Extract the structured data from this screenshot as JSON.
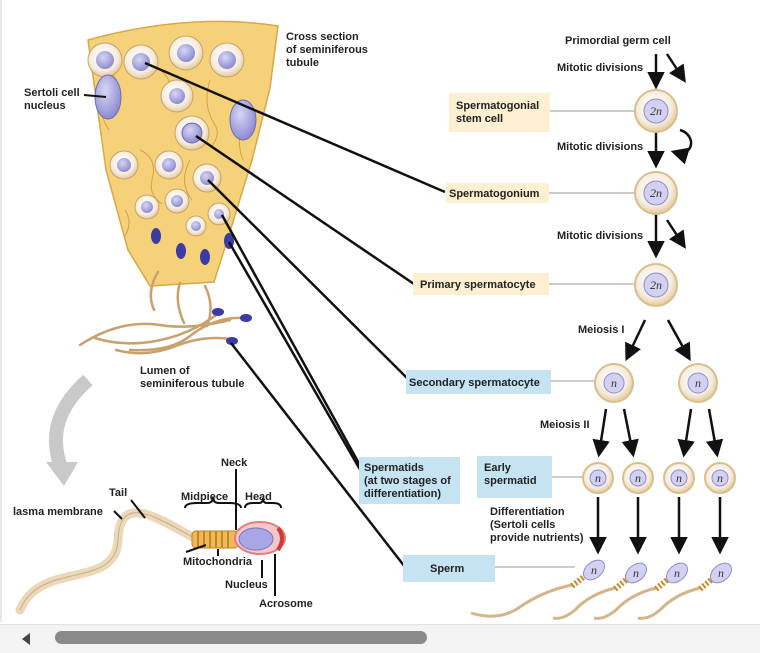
{
  "labels": {
    "cross_section": [
      "Cross section",
      "of seminiferous",
      "tubule"
    ],
    "sertoli": [
      "Sertoli cell",
      "nucleus"
    ],
    "lumen": [
      "Lumen of",
      "seminiferous tubule"
    ],
    "primordial": "Primordial germ cell",
    "mitotic_1": "Mitotic divisions",
    "mitotic_2": "Mitotic divisions",
    "mitotic_3": "Mitotic divisions",
    "meiosis_1": "Meiosis I",
    "meiosis_2": "Meiosis II",
    "differentiation": [
      "Differentiation",
      "(Sertoli cells",
      "provide nutrients)"
    ],
    "neck": "Neck",
    "tail": "Tail",
    "midpiece": "Midpiece",
    "head": "Head",
    "plasma_membrane": "lasma membrane",
    "mitochondria": "Mitochondria",
    "nucleus": "Nucleus",
    "acrosome": "Acrosome"
  },
  "boxes": {
    "stem_cell": [
      "Spermatogonial",
      "stem cell"
    ],
    "spermatogonium": "Spermatogonium",
    "primary": "Primary spermatocyte",
    "secondary": "Secondary spermatocyte",
    "spermatids": [
      "Spermatids",
      "(at two stages of",
      "differentiation)"
    ],
    "early_spermatid": [
      "Early",
      "spermatid"
    ],
    "sperm": "Sperm"
  },
  "cells": {
    "diploid": "2n",
    "haploid": "n"
  },
  "colors": {
    "tan_box": "#fcefd2",
    "blue_box": "#c5e3f3",
    "tissue": "#f5d27a",
    "nucleus": "#8a7fc8"
  }
}
